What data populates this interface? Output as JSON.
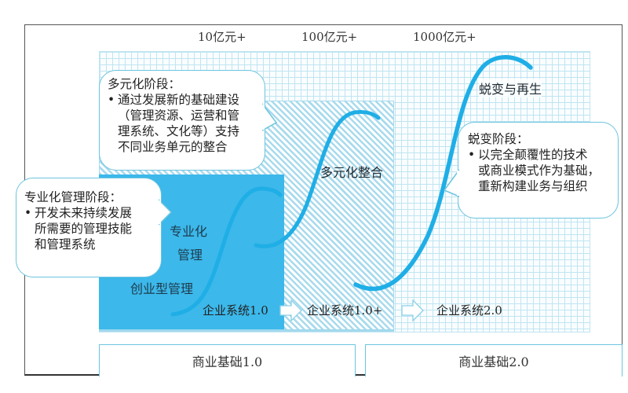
{
  "diagram": {
    "type": "enterprise-growth-s-curves",
    "scale_labels": [
      "10亿元+",
      "100亿元+",
      "1000亿元+"
    ],
    "colors": {
      "solid_block": "#3cb8ea",
      "hatch": "#a8daed",
      "grid": "#bfe5f1",
      "curve": "#1faee6",
      "bubble_border": "#6cc4df",
      "frame": "#555555"
    },
    "bubbles": [
      {
        "id": "professional",
        "title": "专业化管理阶段：",
        "lines": [
          "开发未来持续发展",
          "所需要的管理技能",
          "和管理系统"
        ]
      },
      {
        "id": "diversification",
        "title": "多元化阶段：",
        "lines": [
          "通过发展新的基础建设",
          "（管理资源、运营和管",
          "理系统、文化等）支持",
          "不同业务单元的整合"
        ]
      },
      {
        "id": "transformation",
        "title": "蜕变阶段：",
        "lines": [
          "以完全颠覆性的技术",
          "或商业模式作为基础，",
          "重新构建业务与组织"
        ]
      }
    ],
    "stage_labels": {
      "entrepreneurial": "创业型管理",
      "professional_line1": "专业化",
      "professional_line2": "管理",
      "diversified": "多元化整合",
      "rebirth": "蜕变与再生"
    },
    "systems": [
      "企业系统1.0",
      "企业系统1.0+",
      "企业系统2.0"
    ],
    "bases": [
      "商业基础1.0",
      "商业基础2.0"
    ]
  }
}
